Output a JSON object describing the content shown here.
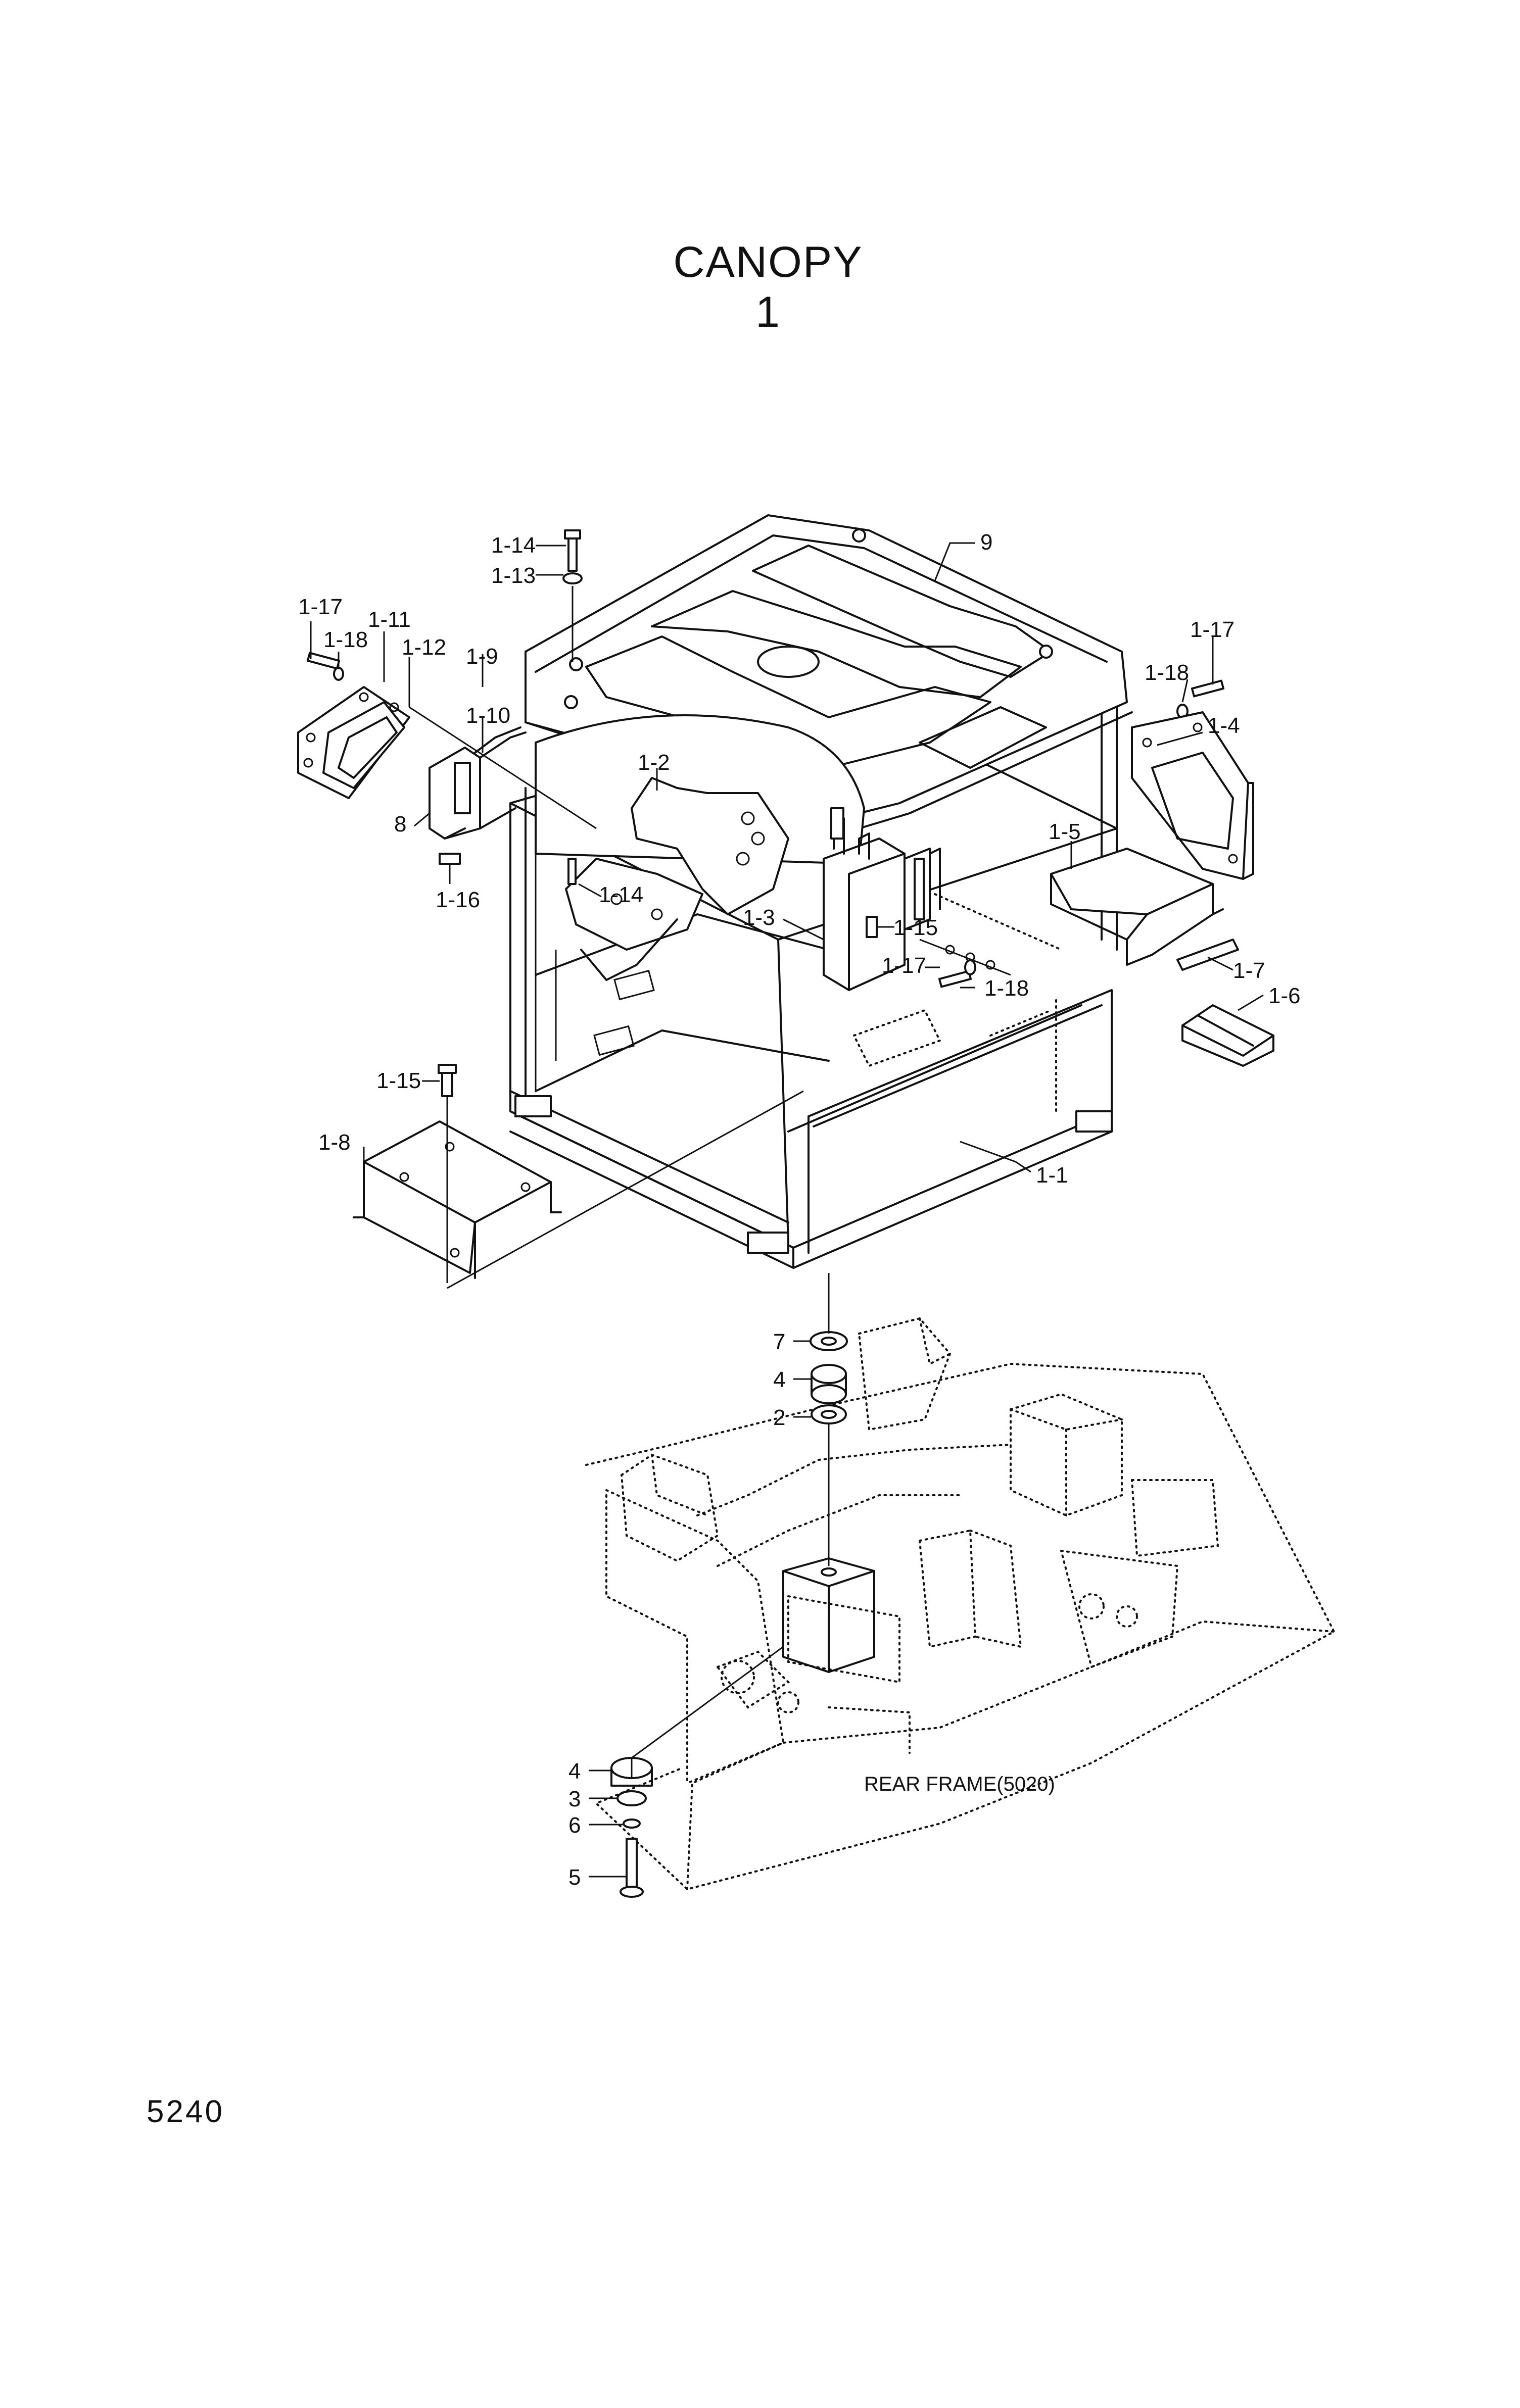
{
  "title": "CANOPY 1",
  "page_number": "5240",
  "reference_label": "REAR FRAME(5020)",
  "callouts": [
    {
      "id": "c-1-14-top",
      "text": "1-14"
    },
    {
      "id": "c-1-13",
      "text": "1-13"
    },
    {
      "id": "c-9",
      "text": "9"
    },
    {
      "id": "c-1-17-left",
      "text": "1-17"
    },
    {
      "id": "c-1-18-left",
      "text": "1-18"
    },
    {
      "id": "c-1-11",
      "text": "1-11"
    },
    {
      "id": "c-1-12",
      "text": "1-12"
    },
    {
      "id": "c-1-9",
      "text": "1-9"
    },
    {
      "id": "c-1-10",
      "text": "1-10"
    },
    {
      "id": "c-8",
      "text": "8"
    },
    {
      "id": "c-1-16",
      "text": "1-16"
    },
    {
      "id": "c-1-2",
      "text": "1-2"
    },
    {
      "id": "c-1-14-mid",
      "text": "1-14"
    },
    {
      "id": "c-1-3",
      "text": "1-3"
    },
    {
      "id": "c-1-15-mid",
      "text": "1-15"
    },
    {
      "id": "c-1-17-mid",
      "text": "1-17"
    },
    {
      "id": "c-1-18-mid",
      "text": "1-18"
    },
    {
      "id": "c-1-17-right",
      "text": "1-17"
    },
    {
      "id": "c-1-18-right",
      "text": "1-18"
    },
    {
      "id": "c-1-4",
      "text": "1-4"
    },
    {
      "id": "c-1-5",
      "text": "1-5"
    },
    {
      "id": "c-1-7",
      "text": "1-7"
    },
    {
      "id": "c-1-6",
      "text": "1-6"
    },
    {
      "id": "c-1-15-left",
      "text": "1-15"
    },
    {
      "id": "c-1-8",
      "text": "1-8"
    },
    {
      "id": "c-1-1",
      "text": "1-1"
    },
    {
      "id": "c-7",
      "text": "7"
    },
    {
      "id": "c-4-top",
      "text": "4"
    },
    {
      "id": "c-2",
      "text": "2"
    },
    {
      "id": "c-4-bottom",
      "text": "4"
    },
    {
      "id": "c-3",
      "text": "3"
    },
    {
      "id": "c-6",
      "text": "6"
    },
    {
      "id": "c-5",
      "text": "5"
    }
  ]
}
